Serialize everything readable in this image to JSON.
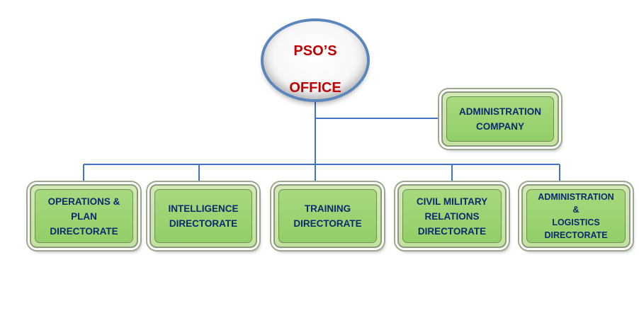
{
  "colors": {
    "connector": "#4472c4",
    "root_text": "#c00000",
    "box_fill": "#92cf67",
    "box_text": "#0b2a70"
  },
  "root": {
    "lines": [
      "PSO’S",
      "OFFICE"
    ]
  },
  "staff": {
    "lines": [
      "ADMINISTRATION",
      "COMPANY"
    ]
  },
  "directorates": [
    {
      "lines": [
        "OPERATIONS &",
        "PLAN",
        "DIRECTORATE"
      ]
    },
    {
      "lines": [
        "INTELLIGENCE",
        "DIRECTORATE"
      ]
    },
    {
      "lines": [
        "TRAINING",
        "DIRECTORATE"
      ]
    },
    {
      "lines": [
        "CIVIL MILITARY",
        "RELATIONS",
        "DIRECTORATE"
      ]
    },
    {
      "lines": [
        "ADMINISTRATION",
        "&",
        "LOGISTICS",
        "DIRECTORATE"
      ]
    }
  ]
}
